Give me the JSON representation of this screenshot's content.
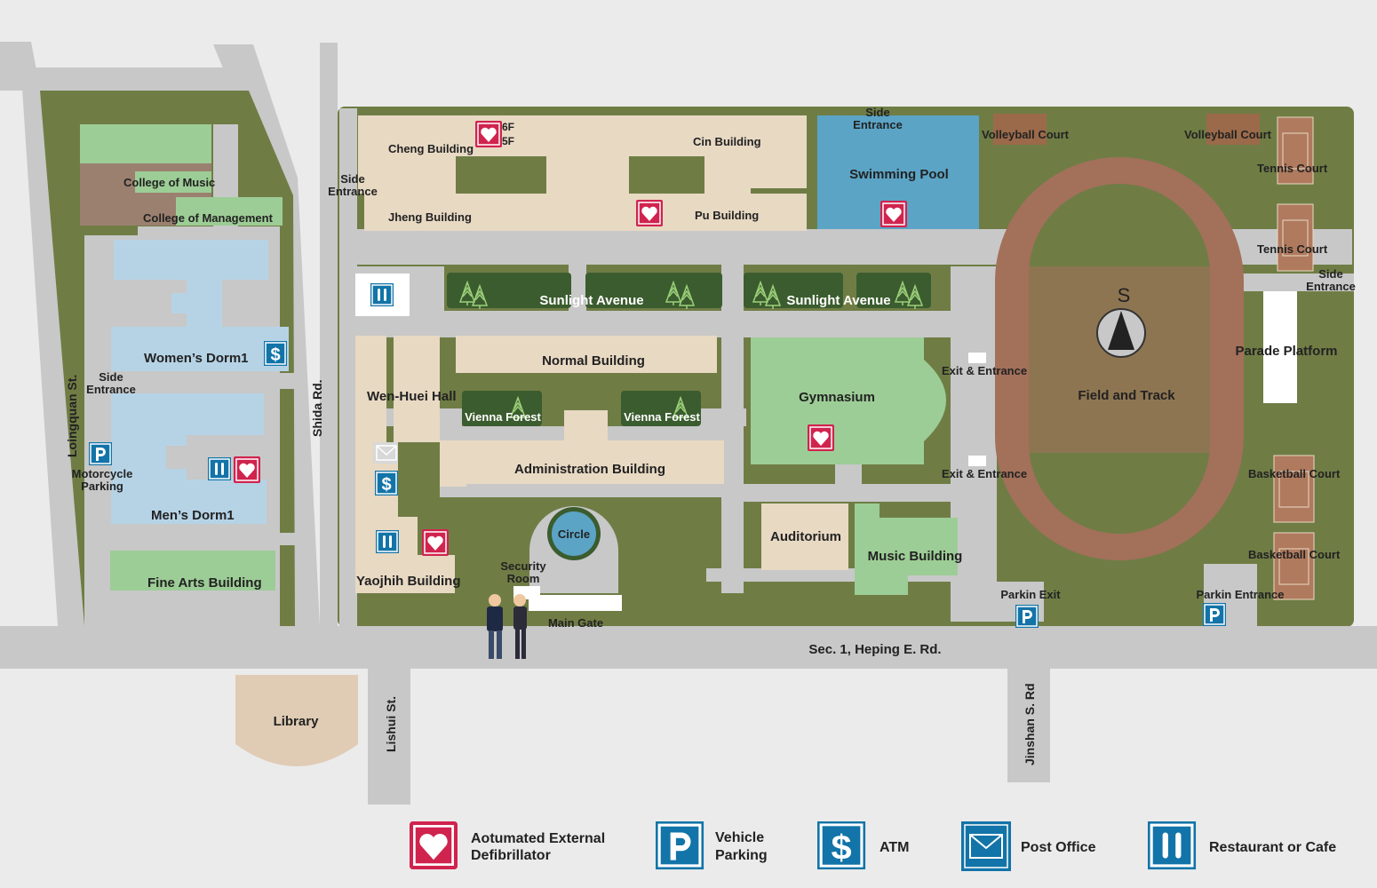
{
  "campus_labels": {
    "cheng": "Cheng Building",
    "cin": "Cin Building",
    "jheng": "Jheng Building",
    "pu": "Pu Building",
    "floor_6f": "6F",
    "floor_5f": "5F",
    "swimming_pool": "Swimming Pool",
    "side_entrance_top": [
      "Side",
      "Entrance"
    ],
    "side_entrance_left": [
      "Side",
      "Entrance"
    ],
    "side_entrance_right": [
      "Side",
      "Entrance"
    ],
    "side_entrance_west": [
      "Side",
      "Entrance"
    ],
    "volleyball_1": "Volleyball Court",
    "volleyball_2": "Volleyball Court",
    "tennis_1": "Tennis Court",
    "tennis_2": "Tennis Court",
    "sunlight_avenue_1": "Sunlight Avenue",
    "sunlight_avenue_2": "Sunlight Avenue",
    "normal_building": "Normal Building",
    "wen_huei_hall": "Wen-Huei Hall",
    "vienna_forest_1": "Vienna Forest",
    "vienna_forest_2": "Vienna Forest",
    "gymnasium": "Gymnasium",
    "exit_entrance_1": "Exit & Entrance",
    "exit_entrance_2": "Exit & Entrance",
    "field_and_track": "Field and Track",
    "compass_letter": "S",
    "parade_platform": "Parade Platform",
    "basketball_1": "Basketball Court",
    "basketball_2": "Basketball Court",
    "administration_building": "Administration Building",
    "auditorium": "Auditorium",
    "music_building": "Music Building",
    "circle": "Circle",
    "security_room": [
      "Security",
      "Room"
    ],
    "yaojhih_building": "Yaojhih Building",
    "main_gate": "Main Gate",
    "parkin_exit": "Parkin Exit",
    "parkin_entrance": "Parkin Entrance",
    "college_of_music": "College of Music",
    "college_of_management": "College of Management",
    "womens_dorm": "Women’s Dorm1",
    "mens_dorm": "Men’s Dorm1",
    "motorcycle_parking": [
      "Motorcycle",
      "Parking"
    ],
    "fine_arts_building": "Fine Arts Building",
    "library": "Library"
  },
  "streets": {
    "loingquan": "Loingquan St.",
    "shida": "Shida Rd.",
    "heping": "Sec. 1, Heping E. Rd.",
    "lishui": "Lishui St.",
    "jinshan": "Jinshan S. Rd"
  },
  "legend": {
    "aed": [
      "Aotumated External",
      "Defibrillator"
    ],
    "parking": [
      "Vehicle",
      "Parking"
    ],
    "atm": "ATM",
    "post_office": "Post Office",
    "restaurant": "Restaurant or Cafe"
  },
  "icons": {
    "aed": "heart-icon",
    "parking": "parking-icon",
    "atm": "dollar-icon",
    "post": "envelope-icon",
    "restaurant": "fork-knife-icon",
    "compass": "compass-icon",
    "tree": "tree-icon",
    "people": "people-icon"
  },
  "colors": {
    "background": "#ebebeb",
    "road": "#c8c8c8",
    "grass": "#6f7d45",
    "building_beige": "#e8d9c3",
    "dorm_blue": "#b6d3e6",
    "pool_blue": "#5ba4c6",
    "light_green": "#9dcd96",
    "track_brown": "#a3705a",
    "aed_red": "#d0234e",
    "icon_blue": "#1274a8",
    "forest_dark": "#3b5c2e"
  }
}
